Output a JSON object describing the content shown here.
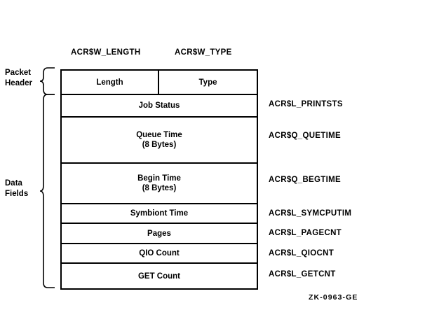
{
  "figure": {
    "id_label": "ZK-0963-GE"
  },
  "top_labels": [
    {
      "name": "length-field-symbol",
      "text": "ACR$W_LENGTH"
    },
    {
      "name": "type-field-symbol",
      "text": "ACR$W_TYPE"
    }
  ],
  "groups": [
    {
      "name": "packet-header",
      "label": "Packet\nHeader"
    },
    {
      "name": "data-fields",
      "label": "Data\nFields"
    }
  ],
  "packet": {
    "header_row": {
      "left_cell": "Length",
      "right_cell": "Type"
    },
    "rows": [
      {
        "label": "Job Status",
        "symbol": "ACR$L_PRINTSTS"
      },
      {
        "label": "Queue Time\n(8 Bytes)",
        "symbol": "ACR$Q_QUETIME"
      },
      {
        "label": "Begin Time\n(8 Bytes)",
        "symbol": "ACR$Q_BEGTIME"
      },
      {
        "label": "Symbiont Time",
        "symbol": "ACR$L_SYMCPUTIM"
      },
      {
        "label": "Pages",
        "symbol": "ACR$L_PAGECNT"
      },
      {
        "label": "QIO Count",
        "symbol": "ACR$L_QIOCNT"
      },
      {
        "label": "GET Count",
        "symbol": "ACR$L_GETCNT"
      }
    ]
  },
  "colors": {
    "background": "#ffffff",
    "ink": "#000000"
  }
}
